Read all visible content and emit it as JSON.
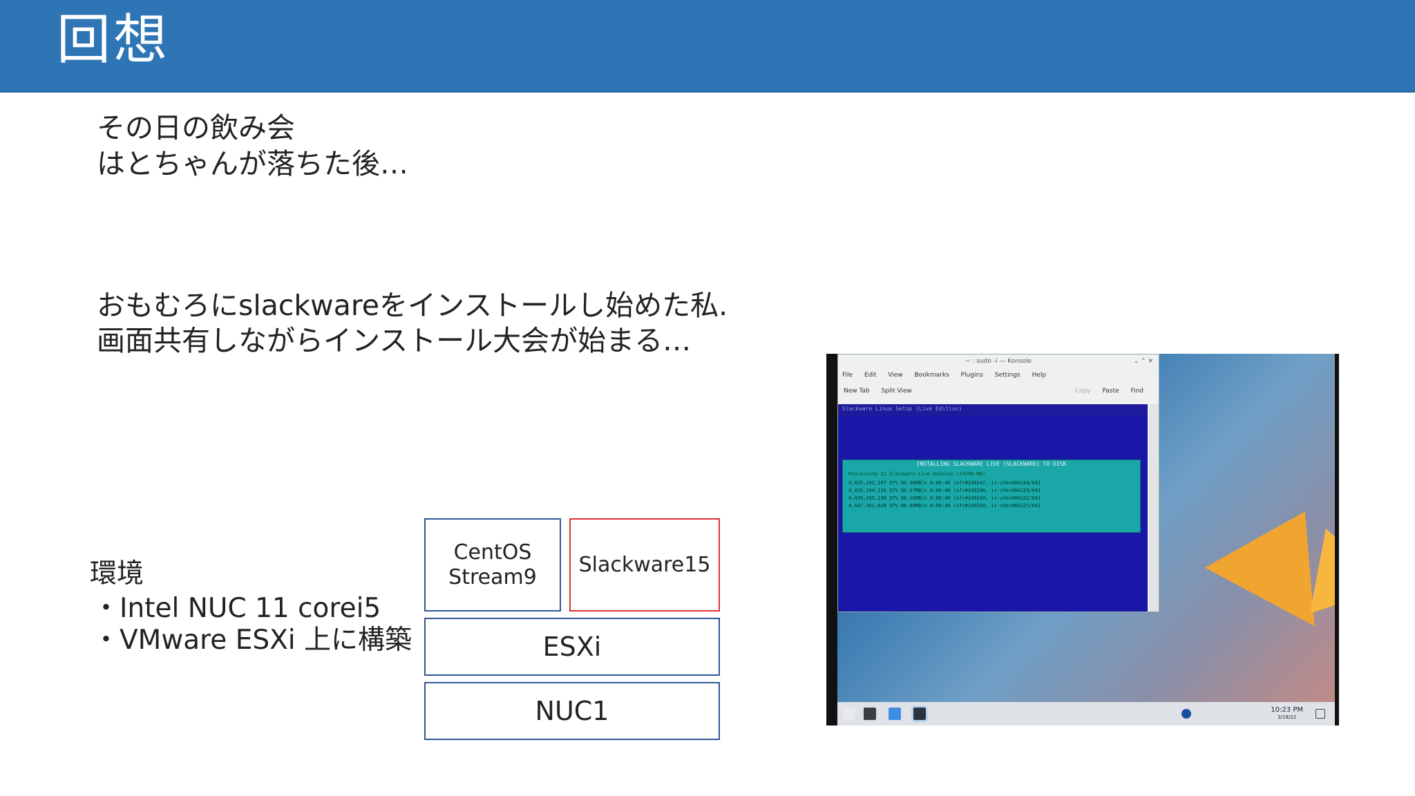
{
  "slide": {
    "title": "回想",
    "line1": "その日の飲み会",
    "line2": "はとちゃんが落ちた後…",
    "line3": "おもむろにslackwareをインストールし始めた私.",
    "line4": "画面共有しながらインストール大会が始まる…",
    "env_heading": "環境",
    "env_items": [
      "・Intel NUC 11 corei5",
      "・VMware ESXi 上に構築"
    ]
  },
  "diagram": {
    "vm1_line1": "CentOS",
    "vm1_line2": "Stream9",
    "vm2": "Slackware15",
    "hypervisor": "ESXi",
    "host": "NUC1"
  },
  "screenshot": {
    "window_title": "~ : sudo -i — Konsole",
    "menu": [
      "File",
      "Edit",
      "View",
      "Bookmarks",
      "Plugins",
      "Settings",
      "Help"
    ],
    "toolbar_left": [
      "New Tab",
      "Split View"
    ],
    "toolbar_right": [
      "Copy",
      "Paste",
      "Find"
    ],
    "term_header": "Slackware Linux Setup (Live Edition)",
    "dialog_title": "INSTALLING SLACKWARE LIVE (SLACKWARE) TO DISK",
    "dialog_text": "Processing 21 Slackware Live modules (14298 MB)",
    "rows": [
      "4,435,102,197  37%   86.30MB/s   0:00:46 (xfr#149247, ir-chk=460124/641",
      "4,435,164,116  37%   86.57MB/s   0:00:46 (xfr#149248, ir-chk=460123/641",
      "4,435,435,138  37%   86.16MB/s   0:00:46 (xfr#149249, ir-chk=460122/641",
      "4,437,361,628  37%   86.09MB/s   0:00:46 (xfr#149250, ir-chk=460121/641"
    ],
    "clock_time": "10:23 PM",
    "clock_date": "3/18/22"
  },
  "colors": {
    "header": "#2e75b6",
    "box_border": "#2f5597",
    "box_highlight": "#e03030"
  }
}
